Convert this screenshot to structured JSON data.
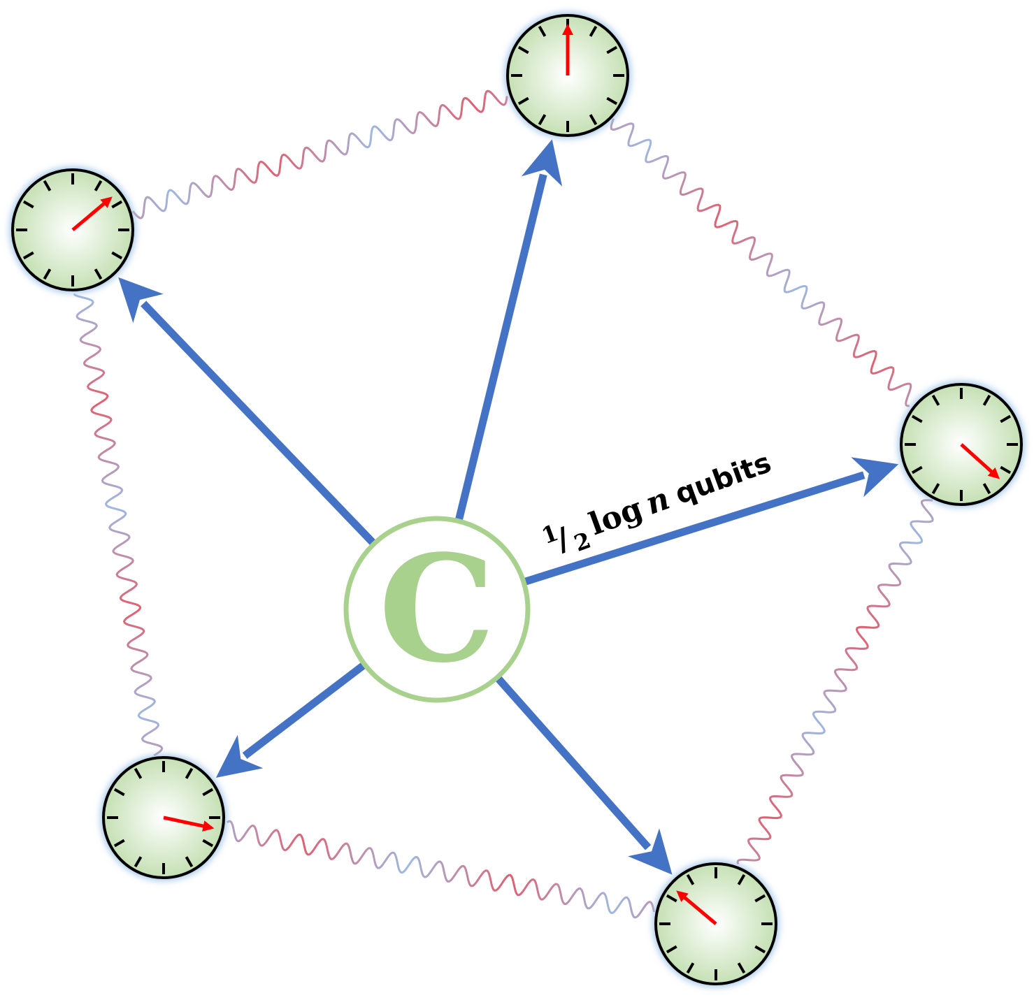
{
  "center": {
    "letter": "C",
    "stroke_color": "#a9d18e",
    "letter_color": "#a9d18e"
  },
  "edge_label": {
    "numerator": "1",
    "slash": "/",
    "denominator": "2",
    "log": "log",
    "variable": "n",
    "unit": "qubits"
  },
  "colors": {
    "arrow": "#4472c4",
    "clock_hand": "#ff0000",
    "clock_face_center": "#ffffff",
    "clock_face_edge": "#c5e0b4",
    "clock_glow": "#9dc3e6",
    "wave_red": "#e06070",
    "wave_blue": "#9fb8e0"
  },
  "clocks": [
    {
      "id": "top",
      "hand": "up"
    },
    {
      "id": "left",
      "hand": "up-right"
    },
    {
      "id": "right",
      "hand": "down-right"
    },
    {
      "id": "bottom-left",
      "hand": "right"
    },
    {
      "id": "bottom-right",
      "hand": "up-left"
    }
  ],
  "icons": {
    "clock": "clock-icon",
    "arrow": "arrow-icon",
    "wave": "wavy-link-icon"
  }
}
